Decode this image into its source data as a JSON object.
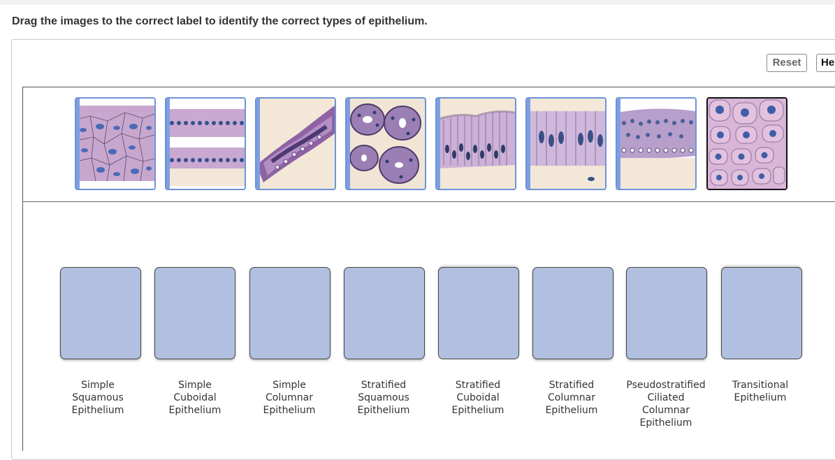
{
  "instruction": "Drag the images to the correct label to identify the correct types of epithelium.",
  "buttons": {
    "reset": "Reset",
    "help": "He"
  },
  "images": [
    {
      "name": "simple-squamous-image"
    },
    {
      "name": "simple-cuboidal-image"
    },
    {
      "name": "simple-columnar-tube-image"
    },
    {
      "name": "stratified-squamous-rings-image"
    },
    {
      "name": "pseudostratified-ciliated-image"
    },
    {
      "name": "simple-columnar-image"
    },
    {
      "name": "stratified-layers-image"
    },
    {
      "name": "transitional-image"
    }
  ],
  "labels": [
    "Simple\nSquamous\nEpithelium",
    "Simple\nCuboidal\nEpithelium",
    "Simple\nColumnar\nEpithelium",
    "Stratified\nSquamous\nEpithelium",
    "Stratified\nCuboidal\nEpithelium",
    "Stratified\nColumnar\nEpithelium",
    "Pseudostratified\nCiliated\nColumnar\nEpithelium",
    "Transitional\nEpithelium"
  ],
  "colors": {
    "tile_border": "#6f93d6",
    "drop_fill": "#b1c0e0",
    "tissue": "#c9a9d0",
    "nucleus": "#3d5ea8"
  }
}
